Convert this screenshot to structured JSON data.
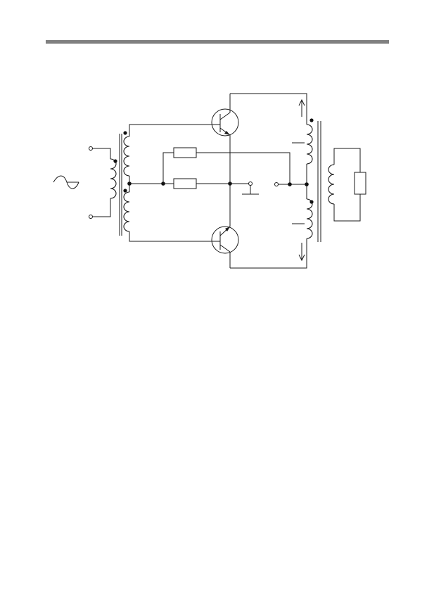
{
  "page": {
    "background": "#ffffff",
    "rule_color": "#808080",
    "line_color": "#1a1a1a"
  },
  "schematic": {
    "symbols": [
      "ac-source-icon",
      "input-transformer",
      "npn-transistor",
      "resistor",
      "ground-icon",
      "output-transformer",
      "load-resistor",
      "current-arrow-icon"
    ]
  }
}
